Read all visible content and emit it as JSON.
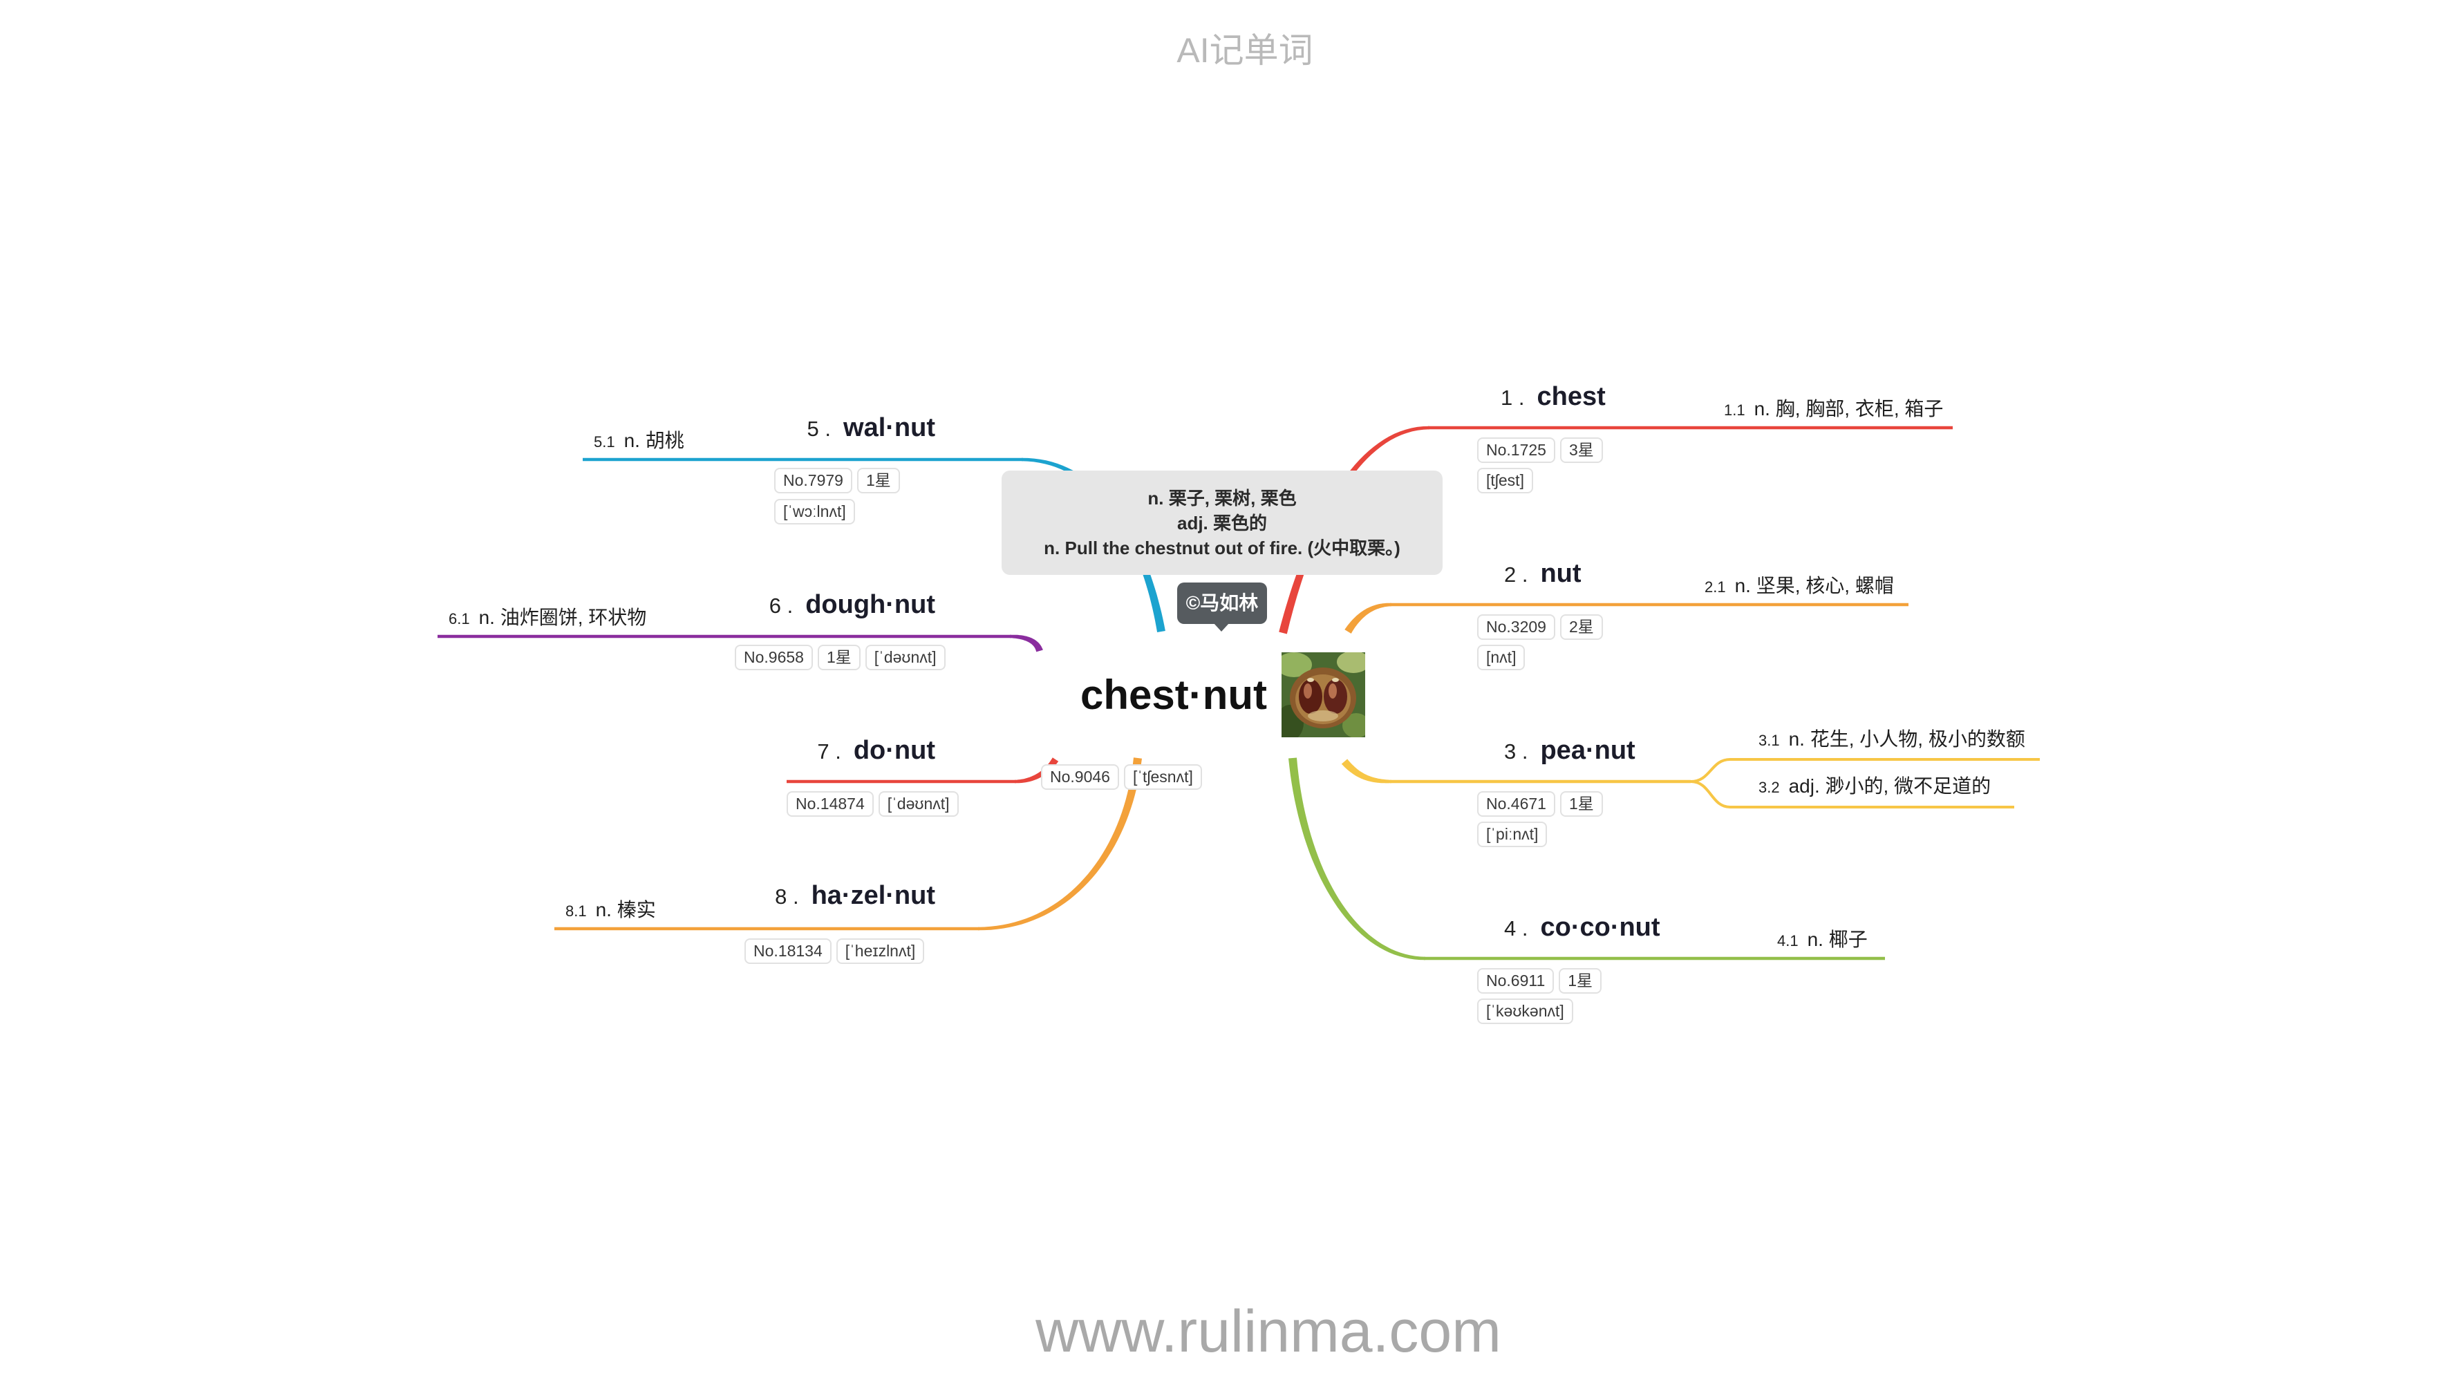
{
  "header": {
    "title": "AI记单词"
  },
  "footer": {
    "url": "www.rulinma.com"
  },
  "central": {
    "word": "chest·nut",
    "image_icon": "chestnut-photo",
    "tag_rows": [
      [
        "No.9046",
        "[ˈtʃesnʌt]"
      ]
    ],
    "note_lines": [
      "n. 栗子, 栗树, 栗色",
      "adj. 栗色的",
      "n. Pull the chestnut out of fire. (火中取栗。)"
    ],
    "author_badge": "©马如林"
  },
  "branches": [
    {
      "index": "1 .",
      "word": "chest",
      "color": "#e8453c",
      "tag_rows": [
        [
          "No.1725",
          "3星"
        ],
        [
          "[tʃest]"
        ]
      ],
      "meanings": [
        {
          "index": "1.1",
          "text": "n. 胸, 胸部, 衣柜, 箱子"
        }
      ]
    },
    {
      "index": "2 .",
      "word": "nut",
      "color": "#f3a13a",
      "tag_rows": [
        [
          "No.3209",
          "2星"
        ],
        [
          "[nʌt]"
        ]
      ],
      "meanings": [
        {
          "index": "2.1",
          "text": "n. 坚果, 核心, 螺帽"
        }
      ]
    },
    {
      "index": "3 .",
      "word": "pea·nut",
      "color": "#f7c646",
      "tag_rows": [
        [
          "No.4671",
          "1星"
        ],
        [
          "[ˈpiːnʌt]"
        ]
      ],
      "meanings": [
        {
          "index": "3.1",
          "text": "n. 花生, 小人物, 极小的数额"
        },
        {
          "index": "3.2",
          "text": "adj. 渺小的, 微不足道的"
        }
      ]
    },
    {
      "index": "4 .",
      "word": "co·co·nut",
      "color": "#93bf4a",
      "tag_rows": [
        [
          "No.6911",
          "1星"
        ],
        [
          "[ˈkəʊkənʌt]"
        ]
      ],
      "meanings": [
        {
          "index": "4.1",
          "text": "n. 椰子"
        }
      ]
    },
    {
      "index": "5 .",
      "word": "wal·nut",
      "color": "#1ca3cf",
      "tag_rows": [
        [
          "No.7979",
          "1星"
        ],
        [
          "[ˈwɔːlnʌt]"
        ]
      ],
      "meanings": [
        {
          "index": "5.1",
          "text": "n. 胡桃"
        }
      ]
    },
    {
      "index": "6 .",
      "word": "dough·nut",
      "color": "#8a2d9e",
      "tag_rows": [
        [
          "No.9658",
          "1星",
          "[ˈdəʊnʌt]"
        ]
      ],
      "meanings": [
        {
          "index": "6.1",
          "text": "n. 油炸圈饼, 环状物"
        }
      ]
    },
    {
      "index": "7 .",
      "word": "do·nut",
      "color": "#e8453c",
      "tag_rows": [
        [
          "No.14874",
          "[ˈdəʊnʌt]"
        ]
      ],
      "meanings": []
    },
    {
      "index": "8 .",
      "word": "ha·zel·nut",
      "color": "#f3a13a",
      "tag_rows": [
        [
          "No.18134",
          "[ˈheɪzlnʌt]"
        ]
      ],
      "meanings": [
        {
          "index": "8.1",
          "text": "n. 榛实"
        }
      ]
    }
  ]
}
